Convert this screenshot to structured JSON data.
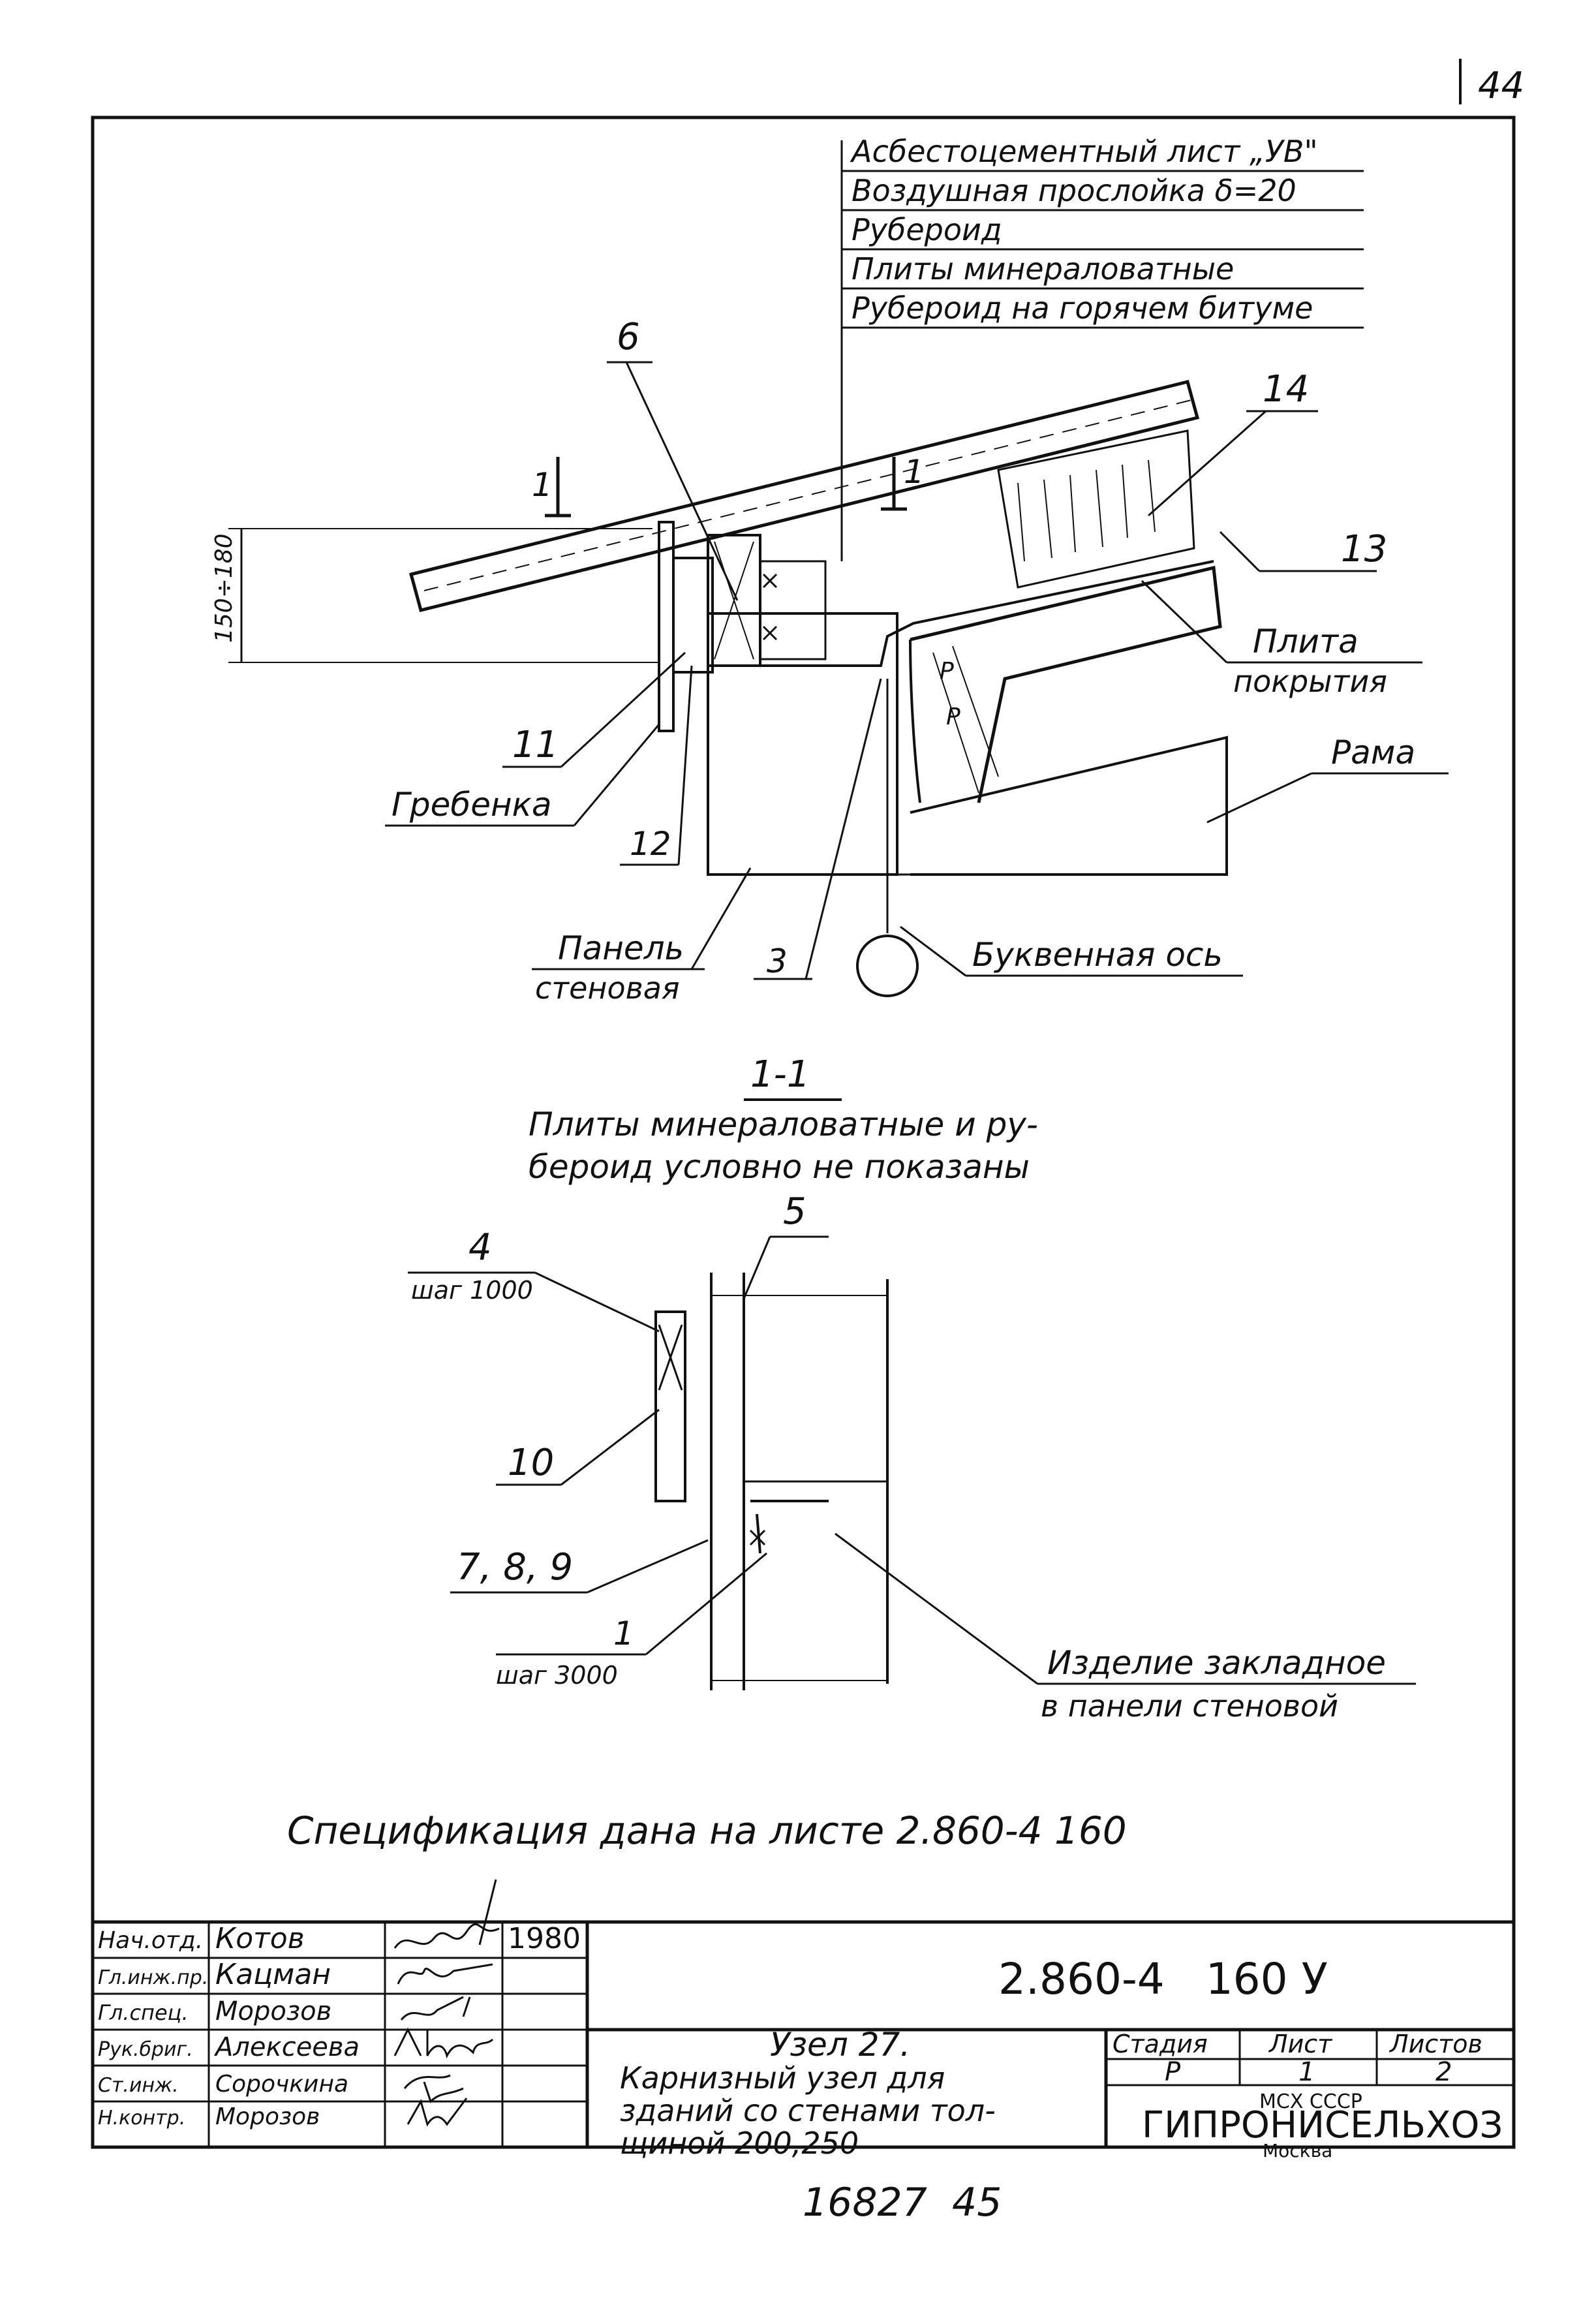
{
  "sheet": {
    "page_number": "44",
    "bottom_number": "16827  45"
  },
  "layers": [
    "Асбестоцементный лист „УВ\"",
    "Воздушная прослойка δ=20",
    "Рубероид",
    "Плиты минераловатные",
    "Рубероид на горячем битуме"
  ],
  "callouts": {
    "c6": "6",
    "c14": "14",
    "c13": "13",
    "c11": "11",
    "c12": "12",
    "c3": "3",
    "c4": "4",
    "c5": "5",
    "c10": "10",
    "c789": "7, 8, 9",
    "c1": "1",
    "cut_left": "1",
    "cut_right": "1"
  },
  "labels": {
    "plita_1": "Плита",
    "plita_2": "покрытия",
    "rama": "Рама",
    "grebenka": "Гребенка",
    "panel_1": "Панель",
    "panel_2": "стеновая",
    "axis": "Буквенная ось",
    "dim": "150÷180",
    "r1": "Р",
    "r2": "Р",
    "shag1000": "шаг 1000",
    "shag3000": "шаг 3000",
    "izdelie_1": "Изделие закладное",
    "izdelie_2": "в панели стеновой"
  },
  "section": {
    "title": "1-1",
    "note_1": "Плиты минераловатные и ру-",
    "note_2": "бероид условно не показаны"
  },
  "spec_note": "Спецификация дана на листе 2.860-4 160",
  "title_block": {
    "designation": "2.860-4   160 У",
    "year": "1980",
    "roles": [
      {
        "role": "Нач.отд.",
        "name": "Котов"
      },
      {
        "role": "Гл.инж.пр.",
        "name": "Кацман"
      },
      {
        "role": "Гл.спец.",
        "name": "Морозов"
      },
      {
        "role": "Рук.бриг.",
        "name": "Алексеева"
      },
      {
        "role": "Ст.инж.",
        "name": "Сорочкина"
      },
      {
        "role": "Н.контр.",
        "name": "Морозов"
      }
    ],
    "name_1": "Узел 27.",
    "name_2": "Карнизный узел для",
    "name_3": "зданий со стенами тол-",
    "name_4": "щиной 200,250",
    "stage_head": "Стадия",
    "sheet_head": "Лист",
    "sheets_head": "Листов",
    "stage_val": "Р",
    "sheet_val": "1",
    "sheets_val": "2",
    "org_1": "МСХ СССР",
    "org_2": "ГИПРОНИСЕЛЬХОЗ",
    "org_3": "Москва"
  }
}
